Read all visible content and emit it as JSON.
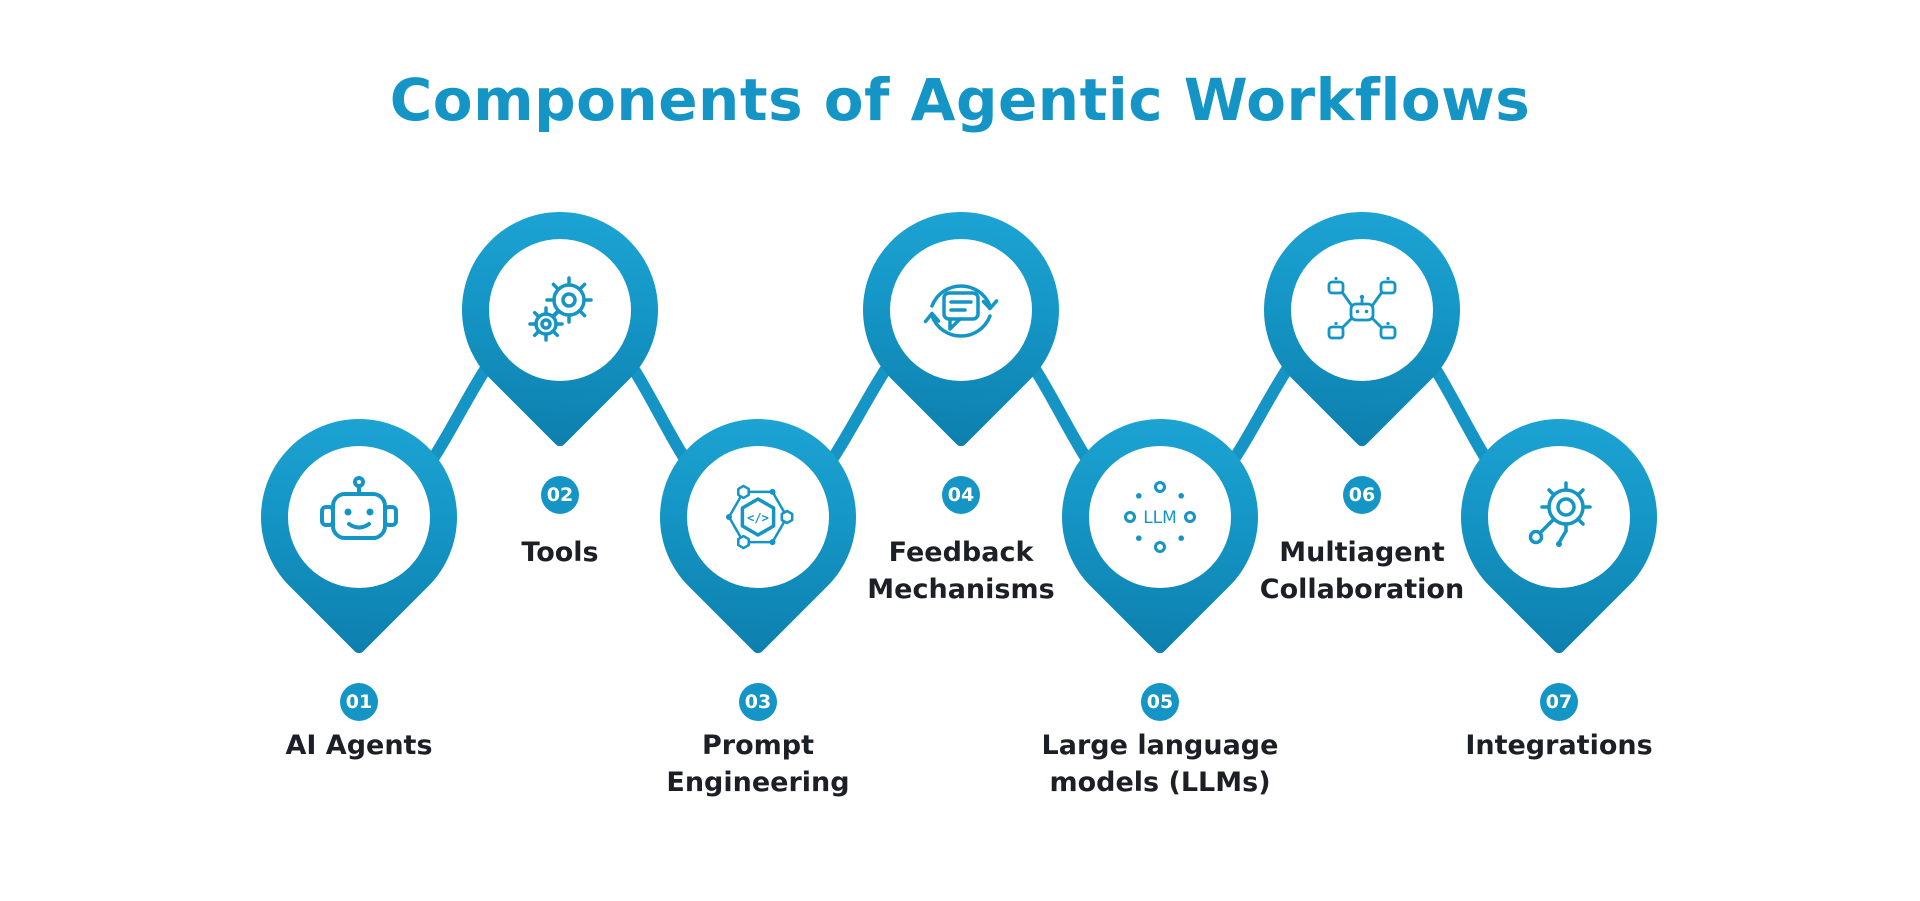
{
  "title": "Components of Agentic Workflows",
  "colors": {
    "primary": "#1495C5",
    "primary_light": "#1FA9D8",
    "primary_dark": "#0D7FAD",
    "ink": "#1C2026"
  },
  "items": [
    {
      "number": "01",
      "label": "AI Agents",
      "icon": "robot-icon",
      "position": "low"
    },
    {
      "number": "02",
      "label": "Tools",
      "icon": "gears-icon",
      "position": "high"
    },
    {
      "number": "03",
      "label": "Prompt Engineering",
      "icon": "hexagon-code-icon",
      "icon_text": "</>",
      "position": "low"
    },
    {
      "number": "04",
      "label": "Feedback Mechanisms",
      "icon": "feedback-loop-icon",
      "position": "high"
    },
    {
      "number": "05",
      "label": "Large language models (LLMs)",
      "icon": "llm-icon",
      "icon_text": "LLM",
      "position": "low"
    },
    {
      "number": "06",
      "label": "Multiagent Collaboration",
      "icon": "multiagent-icon",
      "position": "high"
    },
    {
      "number": "07",
      "label": "Integrations",
      "icon": "integration-gear-icon",
      "position": "low"
    }
  ]
}
